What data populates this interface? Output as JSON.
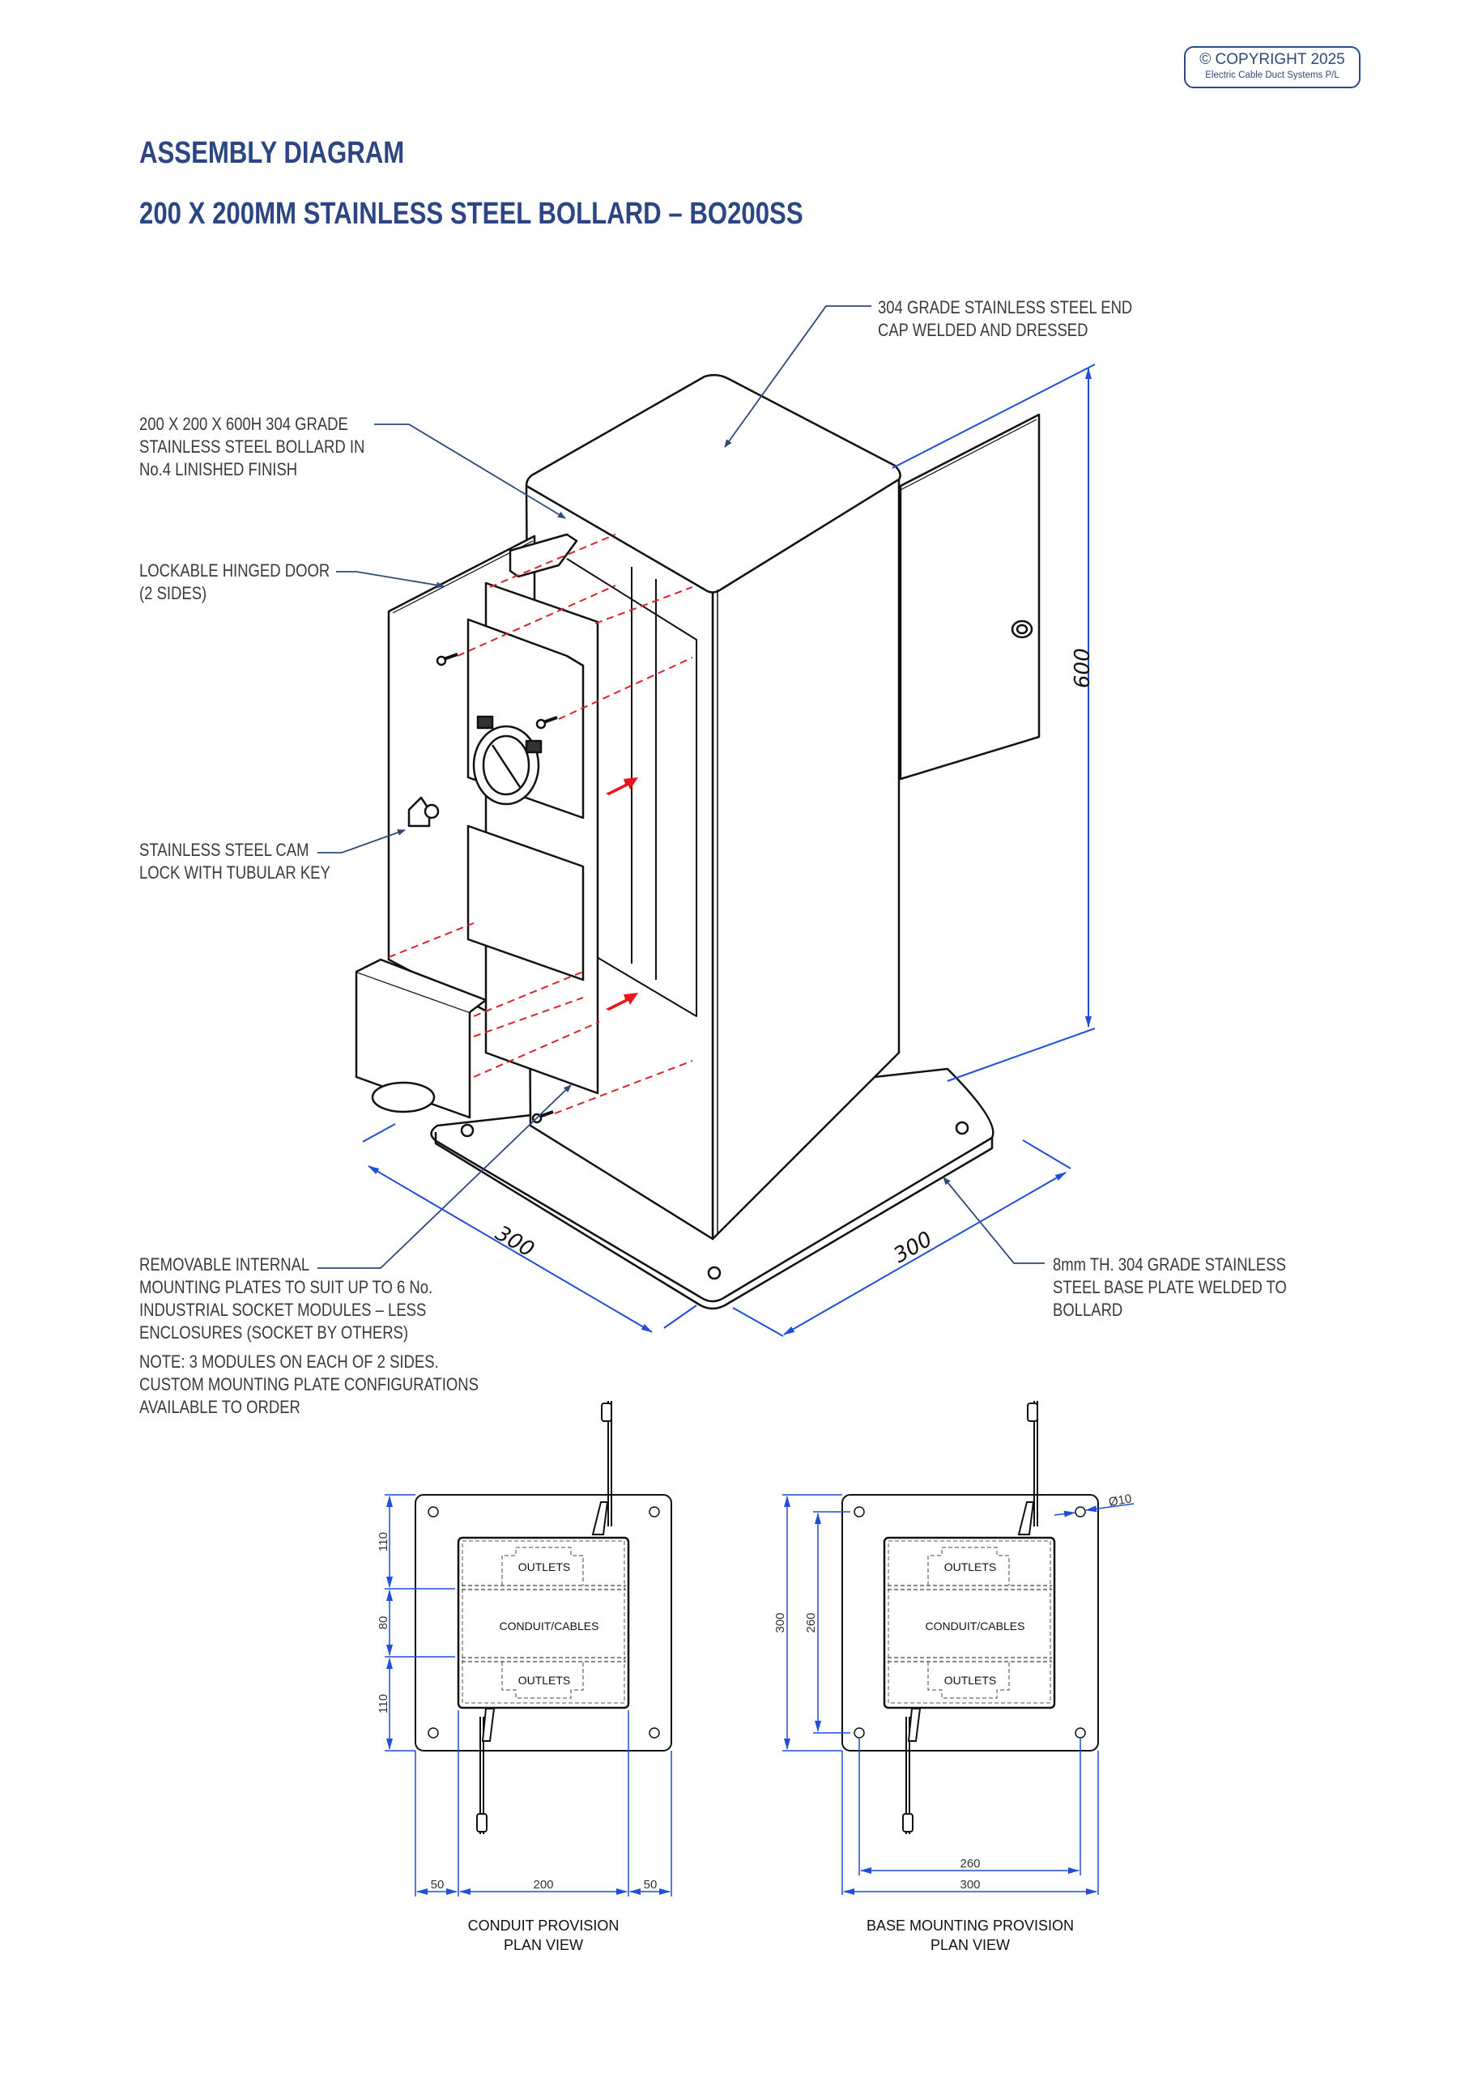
{
  "copyright": {
    "line1": "© COPYRIGHT 2025",
    "line2": "Electric Cable Duct Systems P/L"
  },
  "titles": {
    "main": "ASSEMBLY DIAGRAM",
    "sub": "200 X 200MM STAINLESS STEEL BOLLARD – BO200SS"
  },
  "callouts": {
    "end_cap": [
      "304 GRADE STAINLESS STEEL END",
      "CAP WELDED AND DRESSED"
    ],
    "bollard": [
      "200 X 200 X 600H 304 GRADE",
      "STAINLESS STEEL BOLLARD IN",
      "No.4 LINISHED FINISH"
    ],
    "door": [
      "LOCKABLE HINGED DOOR",
      "(2 SIDES)"
    ],
    "cam_lock": [
      "STAINLESS STEEL CAM",
      "LOCK WITH TUBULAR KEY"
    ],
    "mounting_plates": [
      "REMOVABLE INTERNAL",
      "MOUNTING PLATES TO SUIT UP TO 6 No.",
      "INDUSTRIAL SOCKET MODULES – LESS",
      "ENCLOSURES (SOCKET BY OTHERS)"
    ],
    "note": [
      "NOTE: 3 MODULES ON EACH OF 2 SIDES.",
      "CUSTOM MOUNTING PLATE CONFIGURATIONS",
      "AVAILABLE TO ORDER"
    ],
    "base_plate": [
      "8mm TH. 304 GRADE STAINLESS",
      "STEEL BASE PLATE WELDED TO",
      "BOLLARD"
    ]
  },
  "dimensions_iso": {
    "height": "600",
    "base_left": "300",
    "base_right": "300"
  },
  "plan_conduit": {
    "caption": [
      "CONDUIT PROVISION",
      "PLAN VIEW"
    ],
    "zone_top": "OUTLETS",
    "zone_mid": "CONDUIT/CABLES",
    "zone_bottom": "OUTLETS",
    "dim_v": [
      "110",
      "80",
      "110"
    ],
    "dim_h": [
      "50",
      "200",
      "50"
    ]
  },
  "plan_base": {
    "caption": [
      "BASE MOUNTING PROVISION",
      "PLAN VIEW"
    ],
    "zone_top": "OUTLETS",
    "zone_mid": "CONDUIT/CABLES",
    "zone_bottom": "OUTLETS",
    "dim_v_outer": "300",
    "dim_v_inner": "260",
    "dim_h_inner": "260",
    "dim_h_outer": "300",
    "hole_dia": "Ø10"
  },
  "colors": {
    "title": "#2c4583",
    "leader": "#2d4a7a",
    "dimension": "#1f4fd6",
    "assembly_dash": "#d9232a",
    "direction_arrow": "#e8161b"
  }
}
